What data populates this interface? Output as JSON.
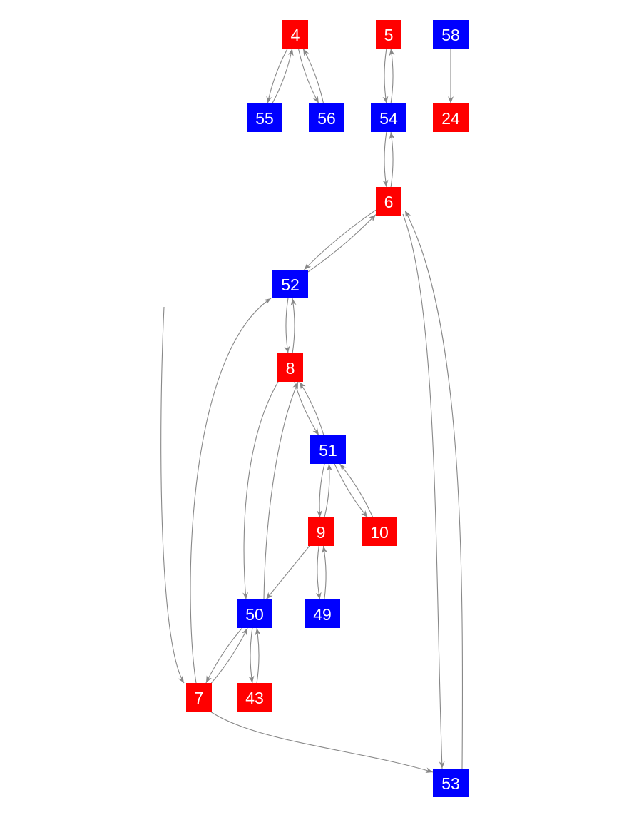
{
  "colors": {
    "red": "#ff0000",
    "blue": "#0000ff",
    "edge": "#888888",
    "label": "#ffffff"
  },
  "nodes": [
    {
      "id": "4",
      "color": "red"
    },
    {
      "id": "5",
      "color": "red"
    },
    {
      "id": "58",
      "color": "blue"
    },
    {
      "id": "55",
      "color": "blue"
    },
    {
      "id": "56",
      "color": "blue"
    },
    {
      "id": "54",
      "color": "blue"
    },
    {
      "id": "24",
      "color": "red"
    },
    {
      "id": "6",
      "color": "red"
    },
    {
      "id": "52",
      "color": "blue"
    },
    {
      "id": "8",
      "color": "red"
    },
    {
      "id": "51",
      "color": "blue"
    },
    {
      "id": "9",
      "color": "red"
    },
    {
      "id": "10",
      "color": "red"
    },
    {
      "id": "50",
      "color": "blue"
    },
    {
      "id": "49",
      "color": "blue"
    },
    {
      "id": "7",
      "color": "red"
    },
    {
      "id": "43",
      "color": "red"
    },
    {
      "id": "53",
      "color": "blue"
    }
  ],
  "edges": [
    [
      "4",
      "55"
    ],
    [
      "55",
      "4"
    ],
    [
      "4",
      "56"
    ],
    [
      "56",
      "4"
    ],
    [
      "5",
      "54"
    ],
    [
      "54",
      "5"
    ],
    [
      "58",
      "24"
    ],
    [
      "54",
      "6"
    ],
    [
      "6",
      "54"
    ],
    [
      "6",
      "52"
    ],
    [
      "52",
      "6"
    ],
    [
      "6",
      "53"
    ],
    [
      "53",
      "6"
    ],
    [
      "52",
      "8"
    ],
    [
      "8",
      "52"
    ],
    [
      "52",
      "7"
    ],
    [
      "7",
      "52"
    ],
    [
      "8",
      "50"
    ],
    [
      "50",
      "8"
    ],
    [
      "8",
      "51"
    ],
    [
      "51",
      "8"
    ],
    [
      "51",
      "9"
    ],
    [
      "9",
      "51"
    ],
    [
      "51",
      "10"
    ],
    [
      "10",
      "51"
    ],
    [
      "9",
      "50"
    ],
    [
      "9",
      "49"
    ],
    [
      "49",
      "9"
    ],
    [
      "50",
      "7"
    ],
    [
      "7",
      "50"
    ],
    [
      "50",
      "43"
    ],
    [
      "43",
      "50"
    ],
    [
      "7",
      "53"
    ]
  ]
}
